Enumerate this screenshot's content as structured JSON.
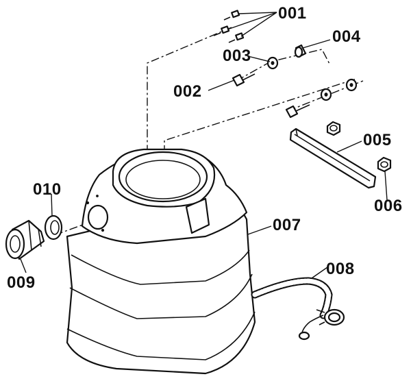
{
  "parts": {
    "screws_top": {
      "label": "001"
    },
    "screw": {
      "label": "002"
    },
    "washer": {
      "label": "003"
    },
    "spacer": {
      "label": "004"
    },
    "bracket": {
      "label": "005"
    },
    "nut": {
      "label": "006"
    },
    "housing": {
      "label": "007"
    },
    "cable": {
      "label": "008"
    },
    "grommet": {
      "label": "009"
    },
    "seal_ring": {
      "label": "010"
    }
  },
  "colors": {
    "ink": "#111111",
    "paper": "#ffffff"
  }
}
